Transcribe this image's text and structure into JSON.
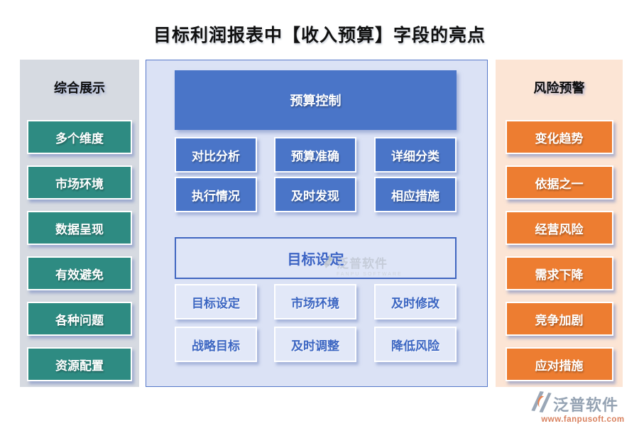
{
  "title": "目标利润报表中【收入预算】字段的亮点",
  "left_panel": {
    "header": "综合展示",
    "items": [
      "多个维度",
      "市场环境",
      "数据呈现",
      "有效避免",
      "各种问题",
      "资源配置"
    ]
  },
  "center_panel": {
    "top_group": {
      "header": "预算控制",
      "items": [
        "对比分析",
        "预算准确",
        "详细分类",
        "执行情况",
        "及时发现",
        "相应措施"
      ]
    },
    "bottom_group": {
      "header": "目标设定",
      "items": [
        "目标设定",
        "市场环境",
        "及时修改",
        "战略目标",
        "及时调整",
        "降低风险"
      ]
    }
  },
  "right_panel": {
    "header": "风险预警",
    "items": [
      "变化趋势",
      "依据之一",
      "经营风险",
      "需求下降",
      "竞争加剧",
      "应对措施"
    ]
  },
  "watermark": {
    "text": "泛普软件",
    "subtext": "FANPU SOFTWARE"
  },
  "footer": {
    "brand": "泛普软件",
    "url": "www.fanpusoft.com"
  },
  "colors": {
    "teal_button": "#2e8b82",
    "blue_button": "#4a75c8",
    "orange_button": "#ed7d31",
    "left_panel_bg": "#d6dae1",
    "center_panel_bg": "#dbe2f5",
    "right_panel_bg": "#fce5d5",
    "light_button_text": "#3c66c2",
    "footer_brand_gray": "#95a3b3",
    "footer_url_orange": "#d9815e"
  }
}
